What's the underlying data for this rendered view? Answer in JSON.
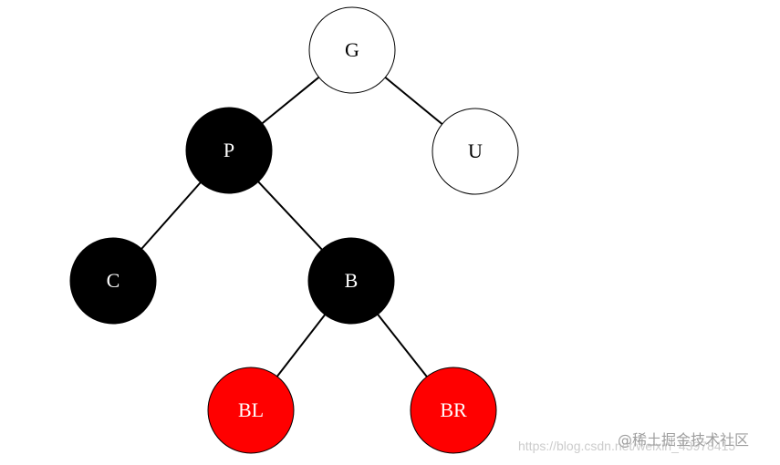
{
  "diagram": {
    "type": "tree",
    "nodes": [
      {
        "id": "G",
        "label": "G",
        "fill": "#ffffff",
        "text_color": "#000000"
      },
      {
        "id": "P",
        "label": "P",
        "fill": "#000000",
        "text_color": "#ffffff"
      },
      {
        "id": "U",
        "label": "U",
        "fill": "#ffffff",
        "text_color": "#000000"
      },
      {
        "id": "C",
        "label": "C",
        "fill": "#000000",
        "text_color": "#ffffff"
      },
      {
        "id": "B",
        "label": "B",
        "fill": "#000000",
        "text_color": "#ffffff"
      },
      {
        "id": "BL",
        "label": "BL",
        "fill": "#ff0000",
        "text_color": "#ffffff"
      },
      {
        "id": "BR",
        "label": "BR",
        "fill": "#ff0000",
        "text_color": "#ffffff"
      }
    ],
    "edges": [
      {
        "from": "G",
        "to": "P"
      },
      {
        "from": "G",
        "to": "U"
      },
      {
        "from": "P",
        "to": "C"
      },
      {
        "from": "P",
        "to": "B"
      },
      {
        "from": "B",
        "to": "BL"
      },
      {
        "from": "B",
        "to": "BR"
      }
    ]
  },
  "watermark": {
    "url_text": "https://blog.csdn.net/weixin_43978415",
    "brand_text": "@稀土掘金技术社区"
  }
}
